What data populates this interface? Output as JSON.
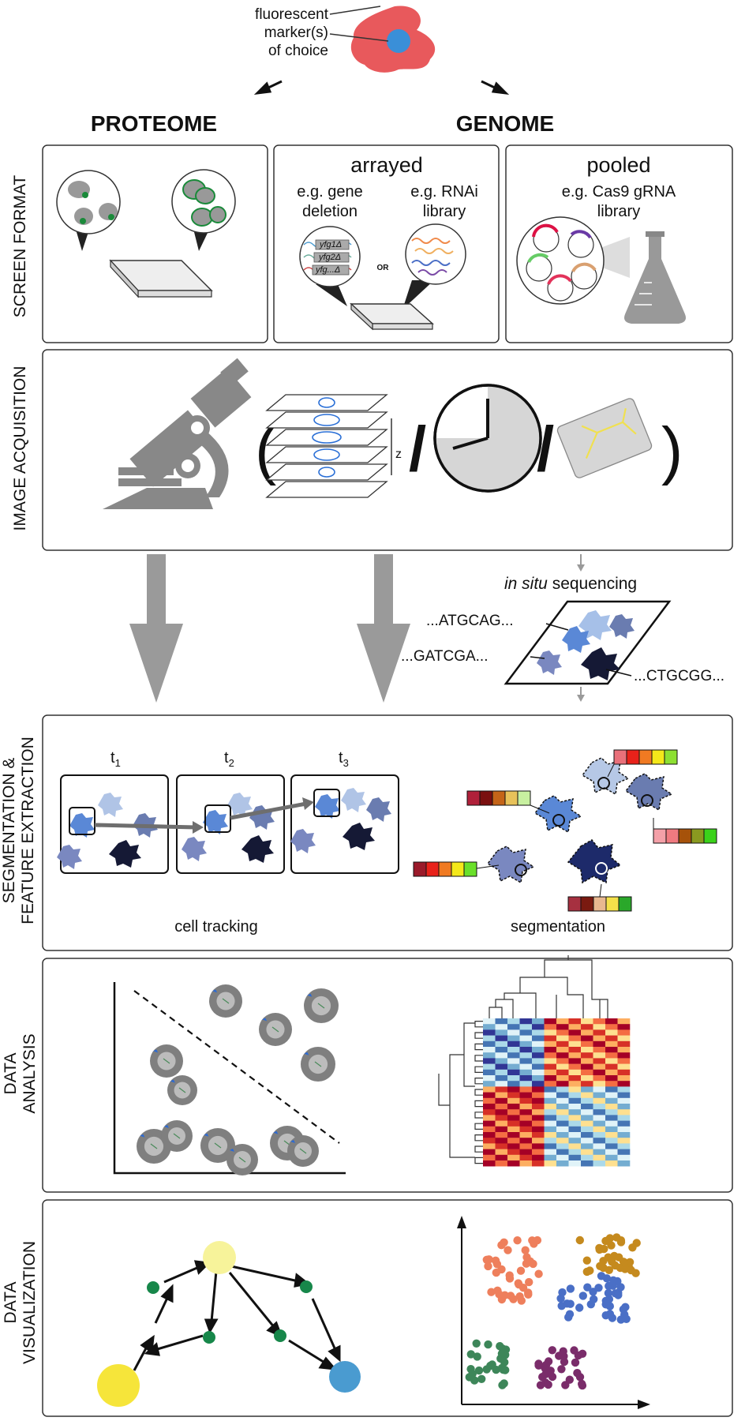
{
  "top": {
    "marker_label": [
      "fluorescent",
      "marker(s)",
      "of choice"
    ],
    "proteome_title": "PROTEOME",
    "genome_title": "GENOME"
  },
  "screen_format": {
    "side_label": "SCREEN FORMAT",
    "arrayed_title": "arrayed",
    "gene_deletion": [
      "e.g. gene",
      "deletion"
    ],
    "rnai": [
      "e.g. RNAi",
      "library"
    ],
    "gene_tags": [
      "yfg1Δ",
      "yfg2Δ",
      "yfg...Δ"
    ],
    "or_label": "OR",
    "pooled_title": "pooled",
    "cas9": [
      "e.g. Cas9 gRNA",
      "library"
    ]
  },
  "image_acquisition": {
    "side_label": "IMAGE ACQUISITION",
    "z_label": "z"
  },
  "sequencing": {
    "title_italic": "in situ",
    "title_rest": " sequencing",
    "seq1": "...ATGCAG...",
    "seq2": "...GATCGA...",
    "seq3": "...CTGCGG..."
  },
  "segmentation": {
    "side_label": [
      "SEGMENTATION &",
      "FEATURE EXTRACTION"
    ],
    "t_labels": [
      "t",
      "t",
      "t"
    ],
    "t_subs": [
      "1",
      "2",
      "3"
    ],
    "cell_tracking": "cell tracking",
    "segmentation": "segmentation"
  },
  "data_analysis": {
    "side_label": [
      "DATA",
      "ANALYSIS"
    ]
  },
  "data_visualization": {
    "side_label": [
      "DATA",
      "VISUALIZATION"
    ]
  },
  "colors": {
    "cell_red": "#e8595c",
    "nucleus_blue": "#3a8fd8",
    "arrow_grey": "#9a9a9a",
    "node_yellow": "#f6e53a",
    "node_pale_yellow": "#f7f39a",
    "node_blue": "#4a9bd0",
    "node_green": "#17874a",
    "cluster_orange": "#ee7f5c",
    "cluster_gold": "#c58a1e",
    "cluster_blue": "#4a6fc6",
    "cluster_green": "#3d8659",
    "cluster_purple": "#7a2c6a"
  }
}
